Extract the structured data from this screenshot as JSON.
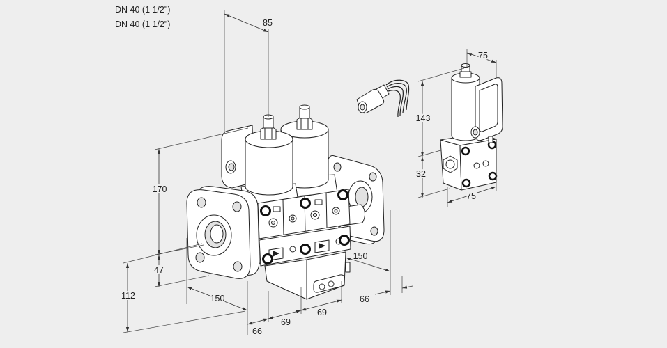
{
  "header": {
    "line1": "DN 40 (1 1/2\")",
    "line2": "DN 40 (1 1/2\")"
  },
  "main_valve": {
    "dimensions": {
      "top_width": "85",
      "height_upper": "170",
      "height_middle": "47",
      "height_lower": "112",
      "left_depth": "150",
      "right_depth": "150",
      "right_offset": "66",
      "bottom_offset": "66",
      "spacing_a": "69",
      "spacing_b": "69"
    }
  },
  "actuator_detail": {
    "dimensions": {
      "top_width": "75",
      "coil_height": "143",
      "base_height": "32",
      "base_width": "75"
    }
  },
  "colors": {
    "background": "#eeeeee",
    "line": "#222222"
  }
}
